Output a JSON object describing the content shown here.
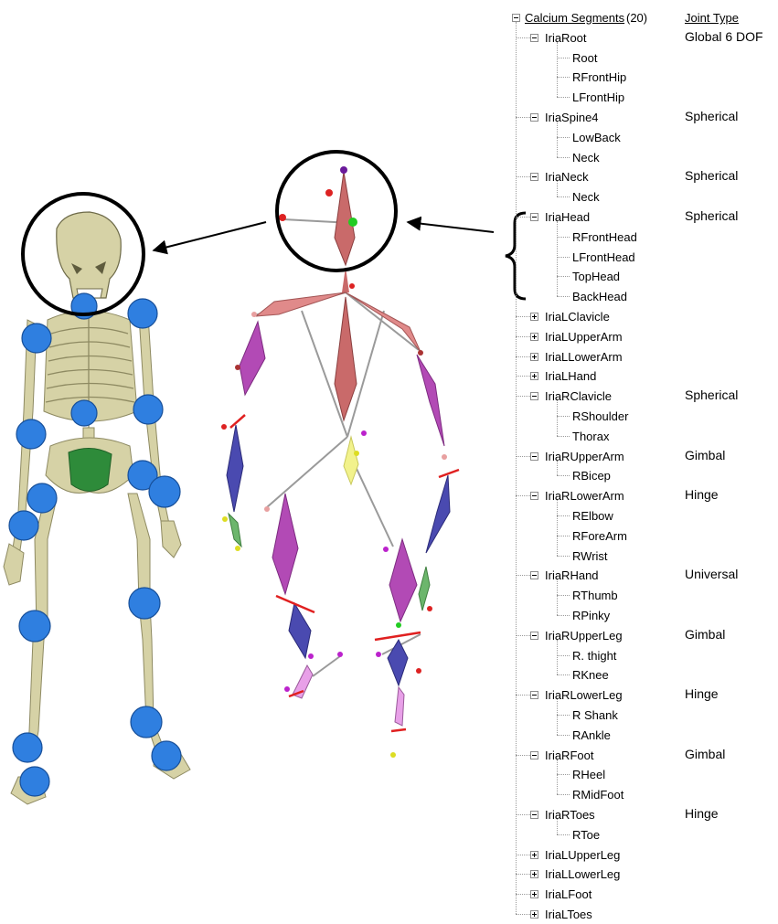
{
  "tree": {
    "root_label": "Calcium Segments (20)",
    "column_header": "Joint Type",
    "segments": [
      {
        "name": "IriaRoot",
        "expanded": true,
        "joint": "Global 6 DOF",
        "children": [
          "Root",
          "RFrontHip",
          "LFrontHip"
        ]
      },
      {
        "name": "IriaSpine4",
        "expanded": true,
        "joint": "Spherical",
        "children": [
          "LowBack",
          "Neck"
        ]
      },
      {
        "name": "IriaNeck",
        "expanded": true,
        "joint": "Spherical",
        "children": [
          "Neck"
        ]
      },
      {
        "name": "IriaHead",
        "expanded": true,
        "joint": "Spherical",
        "children": [
          "RFrontHead",
          "LFrontHead",
          "TopHead",
          "BackHead"
        ]
      },
      {
        "name": "IriaLClavicle",
        "expanded": false,
        "joint": "",
        "children": []
      },
      {
        "name": "IriaLUpperArm",
        "expanded": false,
        "joint": "",
        "children": []
      },
      {
        "name": "IriaLLowerArm",
        "expanded": false,
        "joint": "",
        "children": []
      },
      {
        "name": "IriaLHand",
        "expanded": false,
        "joint": "",
        "children": []
      },
      {
        "name": "IriaRClavicle",
        "expanded": true,
        "joint": "Spherical",
        "children": [
          "RShoulder",
          "Thorax"
        ]
      },
      {
        "name": "IriaRUpperArm",
        "expanded": true,
        "joint": "Gimbal",
        "children": [
          "RBicep"
        ]
      },
      {
        "name": "IriaRLowerArm",
        "expanded": true,
        "joint": "Hinge",
        "children": [
          "RElbow",
          "RForeArm",
          "RWrist"
        ]
      },
      {
        "name": "IriaRHand",
        "expanded": true,
        "joint": "Universal",
        "children": [
          "RThumb",
          "RPinky"
        ]
      },
      {
        "name": "IriaRUpperLeg",
        "expanded": true,
        "joint": "Gimbal",
        "children": [
          "R. thight",
          "RKnee"
        ]
      },
      {
        "name": "IriaRLowerLeg",
        "expanded": true,
        "joint": "Hinge",
        "children": [
          "R Shank",
          "RAnkle"
        ]
      },
      {
        "name": "IriaRFoot",
        "expanded": true,
        "joint": "Gimbal",
        "children": [
          "RHeel",
          "RMidFoot"
        ]
      },
      {
        "name": "IriaRToes",
        "expanded": true,
        "joint": "Hinge",
        "children": [
          "RToe"
        ]
      },
      {
        "name": "IriaLUpperLeg",
        "expanded": false,
        "joint": "",
        "children": []
      },
      {
        "name": "IriaLLowerLeg",
        "expanded": false,
        "joint": "",
        "children": []
      },
      {
        "name": "IriaLFoot",
        "expanded": false,
        "joint": "",
        "children": []
      },
      {
        "name": "IriaLToes",
        "expanded": false,
        "joint": "",
        "children": []
      }
    ]
  },
  "colors": {
    "bone": "#d6d2a6",
    "joint_sphere": "#2f7fe0",
    "pelvis_green": "#2e8b3a",
    "segment_red": "#c96a6a",
    "segment_magenta": "#b24ab5",
    "segment_blue": "#4a4ab0",
    "segment_yellow": "#f2f28c",
    "tree_line": "#9a9a9a"
  }
}
